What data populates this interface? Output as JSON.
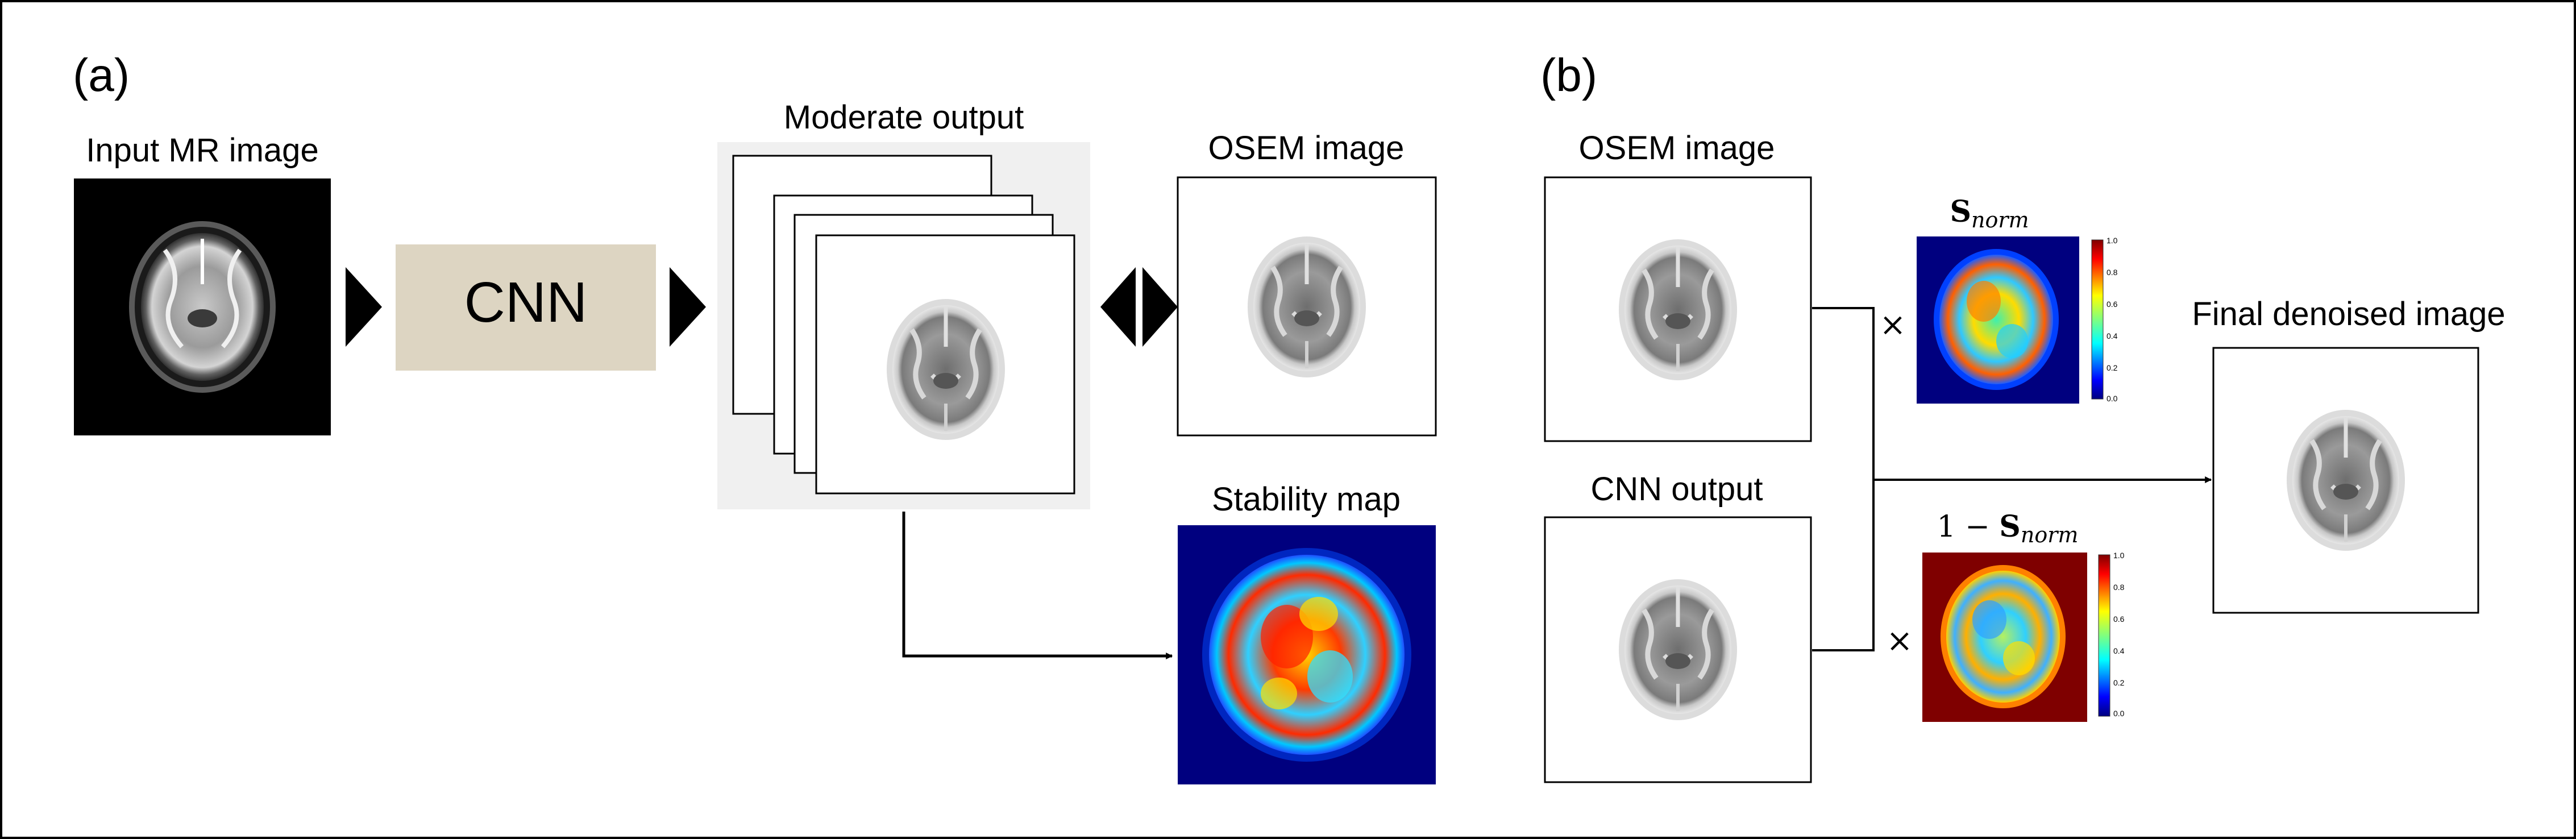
{
  "panel_a": {
    "letter": "(a)",
    "input_label": "Input MR image",
    "cnn_label": "CNN",
    "moderate_label": "Moderate output",
    "osem_label": "OSEM image",
    "stability_label": "Stability map"
  },
  "panel_b": {
    "letter": "(b)",
    "osem_label": "OSEM image",
    "cnn_output_label": "CNN output",
    "final_label": "Final denoised image",
    "multiply_symbol": "×",
    "snorm_bold": "S",
    "snorm_sub": "norm",
    "one_minus": "1 − ",
    "colorbar_ticks": [
      "1.0",
      "0.8",
      "0.6",
      "0.4",
      "0.2",
      "0.0"
    ]
  },
  "colors": {
    "cnn_box": "#ddd5c2",
    "stack_bg": "#f0f0f0",
    "jet_dark_blue": "#00007f",
    "jet_dark_red": "#7f0000"
  },
  "icons": {
    "brain": "brain-scan-image",
    "arrow": "arrowhead-icon"
  }
}
